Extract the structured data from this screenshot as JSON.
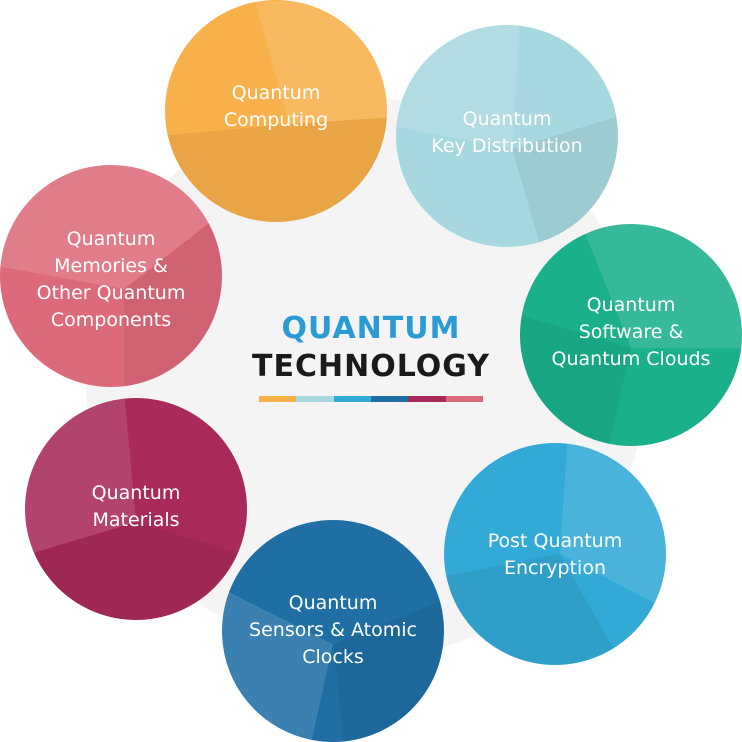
{
  "center": {
    "line1": "QUANTUM",
    "line2": "TECHNOLOGY"
  },
  "colors": {
    "title_blue": "#2b9bd6",
    "title_dark": "#1a1a1a",
    "bar": [
      "#f8b04a",
      "#a7d8e0",
      "#32a9d6",
      "#1f6fa5",
      "#a82a5a",
      "#dd6a7b"
    ]
  },
  "nodes": [
    {
      "id": "computing",
      "lines": [
        "Quantum",
        "Computing"
      ],
      "color": "#f8b04a"
    },
    {
      "id": "qkd",
      "lines": [
        "Quantum",
        "Key Distribution"
      ],
      "color": "#a7d8e0"
    },
    {
      "id": "software",
      "lines": [
        "Quantum",
        "Software &",
        "Quantum Clouds"
      ],
      "color": "#1ab08c"
    },
    {
      "id": "pqe",
      "lines": [
        "Post Quantum",
        "Encryption"
      ],
      "color": "#32a9d6"
    },
    {
      "id": "sensors",
      "lines": [
        "Quantum",
        "Sensors & Atomic",
        "Clocks"
      ],
      "color": "#1f6fa5"
    },
    {
      "id": "materials",
      "lines": [
        "Quantum",
        "Materials"
      ],
      "color": "#a82a5a"
    },
    {
      "id": "memories",
      "lines": [
        "Quantum",
        "Memories &",
        "Other Quantum",
        "Components"
      ],
      "color": "#dd6a7b"
    }
  ]
}
